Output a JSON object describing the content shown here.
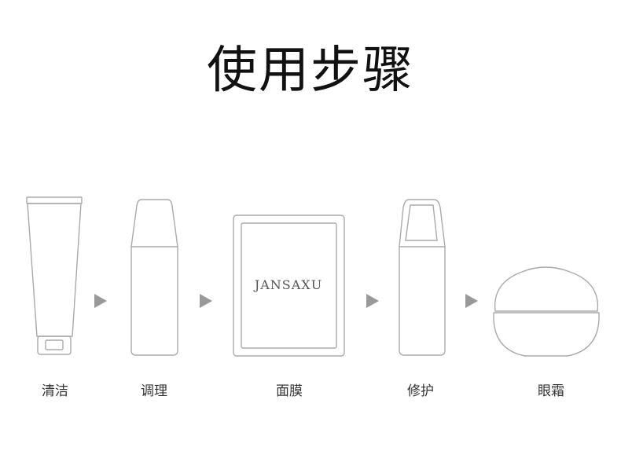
{
  "title": "使用步骤",
  "steps": [
    {
      "label": "清洁",
      "icon": "cleanser-tube-icon"
    },
    {
      "label": "调理",
      "icon": "toner-bottle-icon"
    },
    {
      "label": "面膜",
      "icon": "mask-sachet-icon"
    },
    {
      "label": "修护",
      "icon": "serum-bottle-icon"
    },
    {
      "label": "眼霜",
      "icon": "eye-cream-jar-icon"
    }
  ],
  "mask_brand": "JANSAXU",
  "colors": {
    "outline": "#aaaaaa",
    "arrow": "#999999",
    "text": "#333333",
    "title": "#111111"
  }
}
